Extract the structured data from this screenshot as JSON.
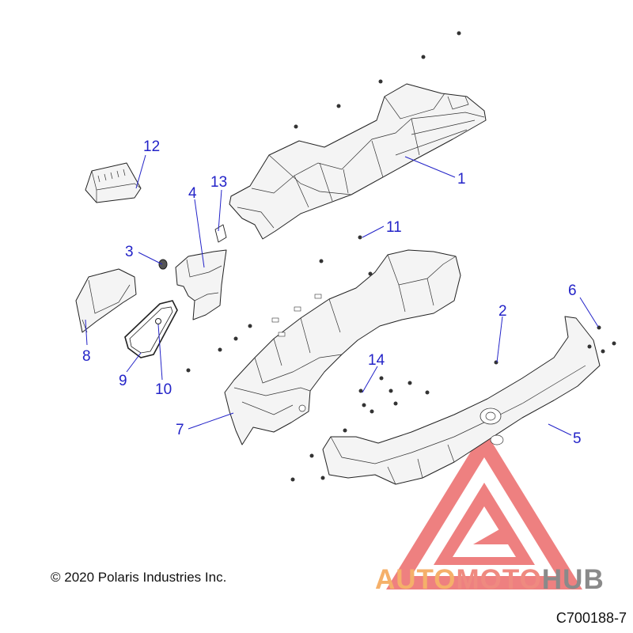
{
  "diagram": {
    "callouts": [
      "1",
      "2",
      "3",
      "4",
      "5",
      "6",
      "7",
      "8",
      "9",
      "10",
      "11",
      "12",
      "13",
      "14"
    ]
  },
  "footer": {
    "copyright": "© 2020 Polaris Industries Inc.",
    "drawing_number": "C700188-7"
  },
  "watermark": {
    "part1": "AUTO",
    "part2": "MOTO",
    "part3": "HUB",
    "colors": {
      "auto": "#f5b06a",
      "moto": "#ef8a80",
      "hub": "#8a8a8a",
      "triangle": "#e85a5a"
    }
  }
}
